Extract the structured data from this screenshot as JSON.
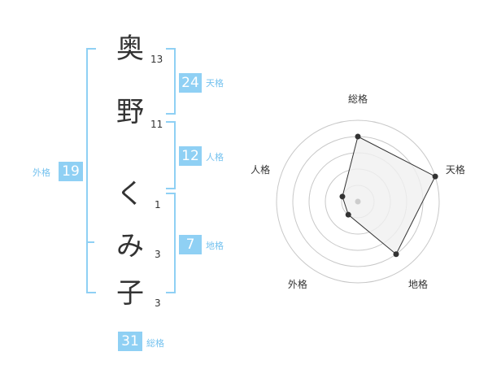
{
  "name": {
    "chars": [
      {
        "char": "奥",
        "strokes": "13"
      },
      {
        "char": "野",
        "strokes": "11"
      },
      {
        "char": "く",
        "strokes": "1"
      },
      {
        "char": "み",
        "strokes": "3"
      },
      {
        "char": "子",
        "strokes": "3"
      }
    ]
  },
  "kaku": {
    "tenkaku": {
      "value": "24",
      "label": "天格"
    },
    "jinkaku": {
      "value": "12",
      "label": "人格"
    },
    "chikaku": {
      "value": "7",
      "label": "地格"
    },
    "gaikaku": {
      "value": "19",
      "label": "外格"
    },
    "soukaku": {
      "value": "31",
      "label": "総格"
    }
  },
  "chart_data": {
    "type": "radar",
    "axes": [
      "総格",
      "天格",
      "地格",
      "外格",
      "人格"
    ],
    "values": [
      4,
      5,
      4,
      1,
      1
    ],
    "max": 5,
    "rings": 5,
    "colors": {
      "fill": "#f0f0f0",
      "line": "#333333",
      "grid": "#c8c8c8",
      "point": "#333333",
      "center": "#cccccc"
    }
  }
}
